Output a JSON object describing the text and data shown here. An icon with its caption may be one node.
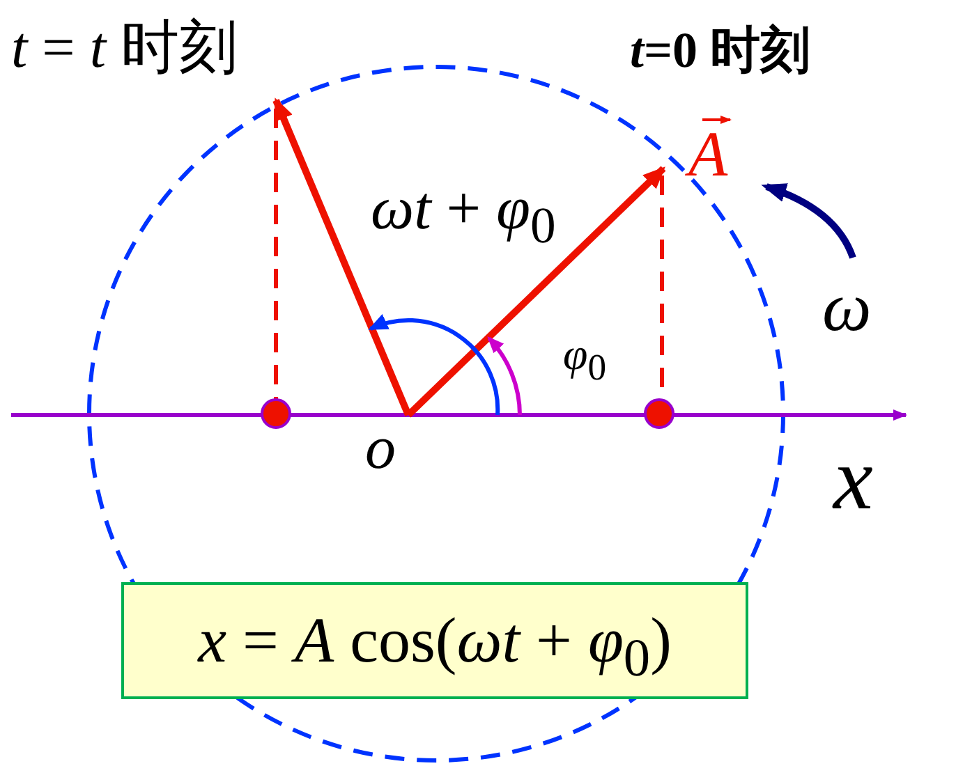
{
  "diagram": {
    "nodes": [
      {
        "text": [
          "*x* = *A* cos(*ωt* + *φ*$_{0}$)"
        ]
      }
    ],
    "labels": [
      "*t* = *t* 时刻",
      "*t*=0 时刻",
      "A",
      "*ωt* + *φ*$_{0}$",
      "ω",
      "*φ*$_{0}$",
      "o",
      "x"
    ]
  }
}
